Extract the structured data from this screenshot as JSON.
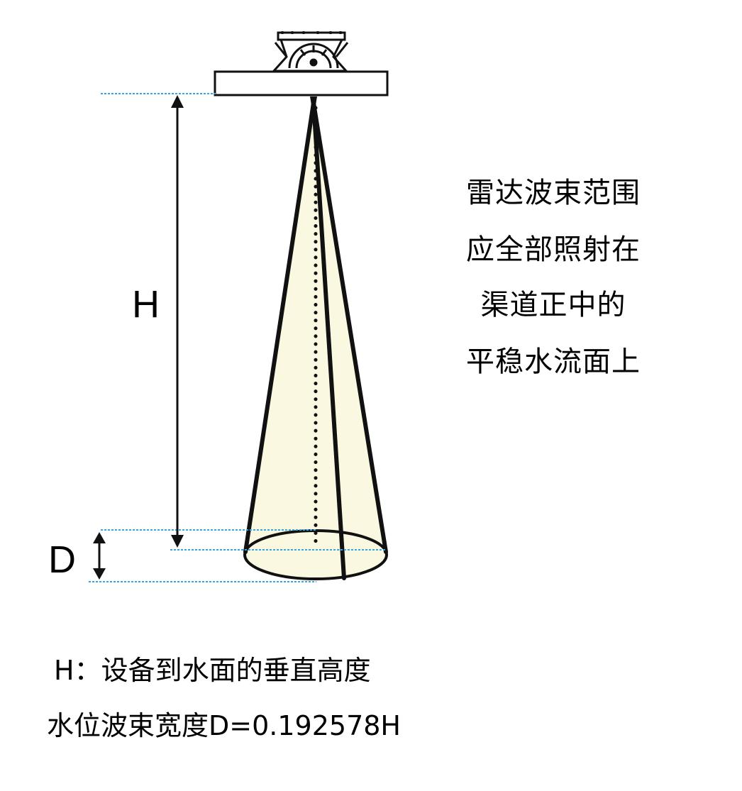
{
  "diagram": {
    "h_label": "H",
    "d_label": "D",
    "note_lines": [
      "雷达波束范围",
      "应全部照射在",
      "渠道正中的",
      "平稳水流面上"
    ],
    "caption_h": "H：设备到水面的垂直高度",
    "caption_formula": "水位波束宽度D=0.192578H"
  },
  "colors": {
    "beam_fill": "#fbf8e2",
    "outline": "#111111",
    "dotted_guide": "#3aa6e0"
  }
}
